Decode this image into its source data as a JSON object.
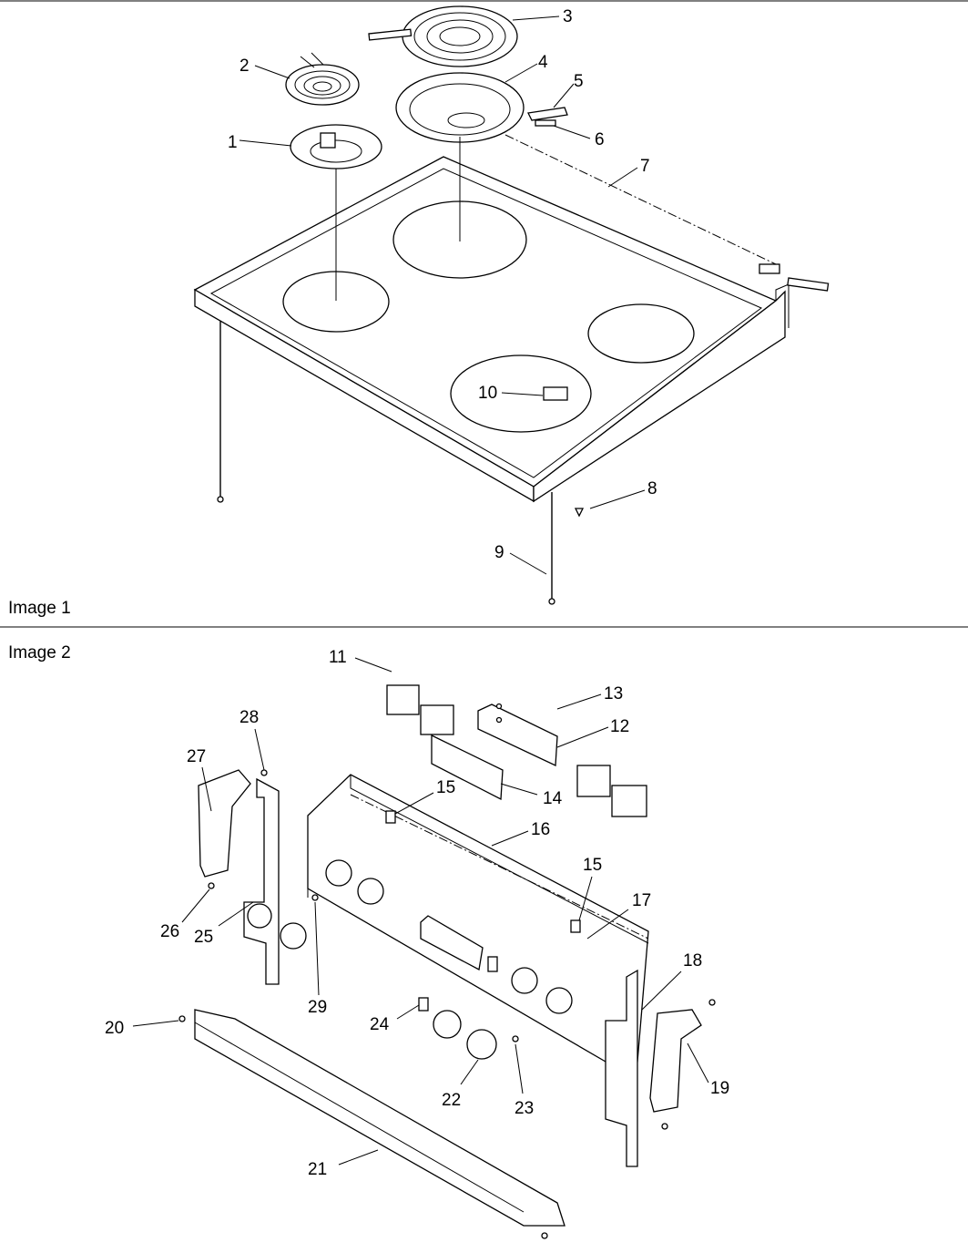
{
  "captions": {
    "image1": "Image 1",
    "image2": "Image 2"
  },
  "callouts": [
    {
      "id": "c1",
      "text": "1"
    },
    {
      "id": "c2",
      "text": "2"
    },
    {
      "id": "c3",
      "text": "3"
    },
    {
      "id": "c4",
      "text": "4"
    },
    {
      "id": "c5",
      "text": "5"
    },
    {
      "id": "c6",
      "text": "6"
    },
    {
      "id": "c7",
      "text": "7"
    },
    {
      "id": "c8",
      "text": "8"
    },
    {
      "id": "c9",
      "text": "9"
    },
    {
      "id": "c10",
      "text": "10"
    },
    {
      "id": "c11",
      "text": "11"
    },
    {
      "id": "c12",
      "text": "12"
    },
    {
      "id": "c13",
      "text": "13"
    },
    {
      "id": "c14",
      "text": "14"
    },
    {
      "id": "c15a",
      "text": "15"
    },
    {
      "id": "c15b",
      "text": "15"
    },
    {
      "id": "c16",
      "text": "16"
    },
    {
      "id": "c17",
      "text": "17"
    },
    {
      "id": "c18",
      "text": "18"
    },
    {
      "id": "c19",
      "text": "19"
    },
    {
      "id": "c20",
      "text": "20"
    },
    {
      "id": "c21",
      "text": "21"
    },
    {
      "id": "c22",
      "text": "22"
    },
    {
      "id": "c23",
      "text": "23"
    },
    {
      "id": "c24",
      "text": "24"
    },
    {
      "id": "c25",
      "text": "25"
    },
    {
      "id": "c26",
      "text": "26"
    },
    {
      "id": "c27",
      "text": "27"
    },
    {
      "id": "c28",
      "text": "28"
    },
    {
      "id": "c29",
      "text": "29"
    }
  ]
}
